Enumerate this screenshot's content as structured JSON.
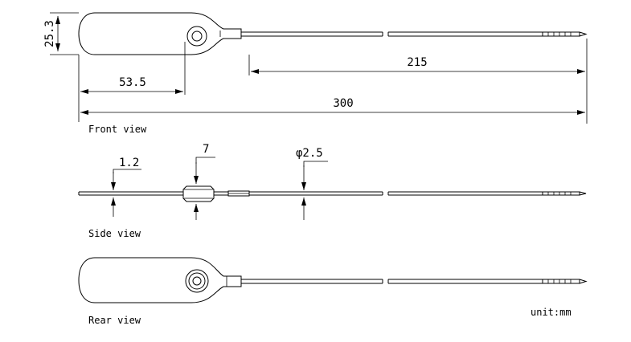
{
  "views": {
    "front": "Front view",
    "side": "Side view",
    "rear": "Rear view"
  },
  "dimensions": {
    "height": "25.3",
    "hole_offset": "53.5",
    "tail_length": "215",
    "total_length": "300",
    "thickness": "1.2",
    "hub_width": "7",
    "wire_diameter": "φ2.5"
  },
  "unit": "unit:mm"
}
